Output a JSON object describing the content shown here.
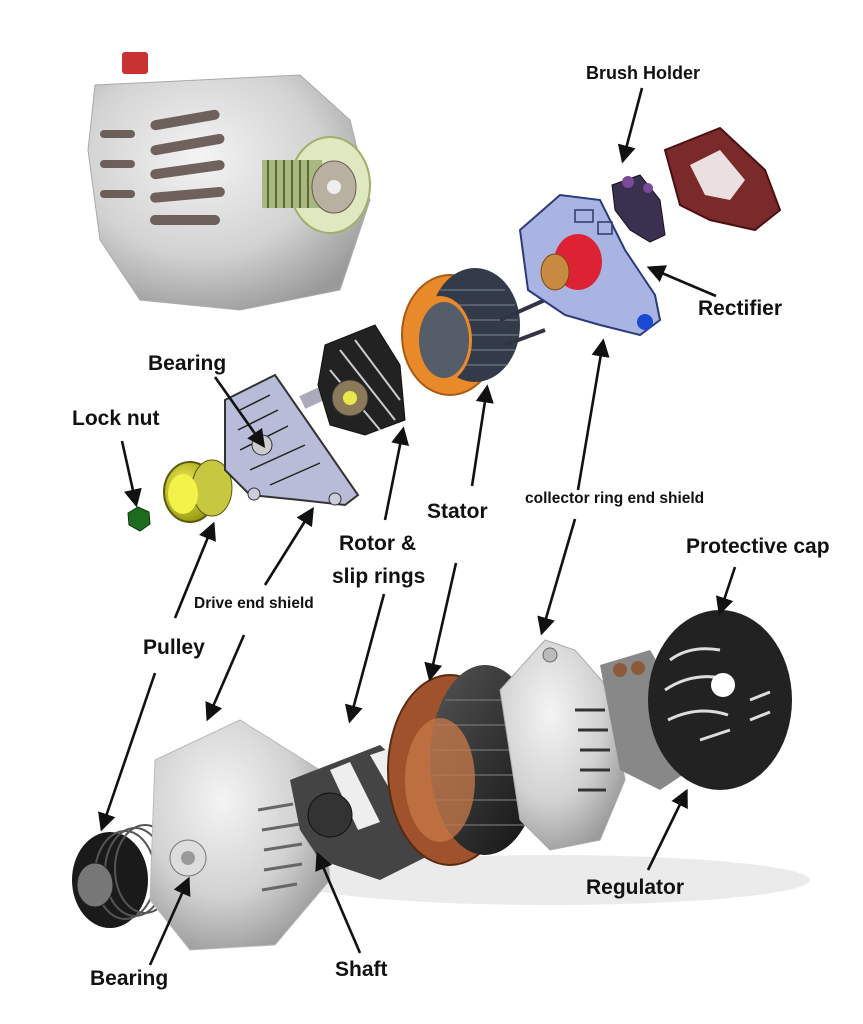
{
  "title": "Alternator exploded view diagram",
  "colors": {
    "background": "#ffffff",
    "label_text": "#111111",
    "arrow": "#111111",
    "housing_silver": "#d9d9d9",
    "pulley_yellow": "#e6e62a",
    "lock_nut_green": "#1d6b1d",
    "stator_orange": "#e8892a",
    "brush_holder_purple": "#5a3a6a",
    "protective_cap_maroon": "#7a2a2a",
    "end_shield_blue": "#9aa8d8",
    "copper_winding": "#a0522d",
    "terminal_red": "#c83232"
  },
  "labels": {
    "brush_holder": "Brush Holder",
    "rectifier": "Rectifier",
    "bearing_top": "Bearing",
    "lock_nut": "Lock nut",
    "stator": "Stator",
    "collector_ring_end_shield": "collector ring end shield",
    "rotor_slip_rings_line1": "Rotor &",
    "rotor_slip_rings_line2": "slip rings",
    "protective_cap": "Protective cap",
    "drive_end_shield": "Drive end shield",
    "pulley": "Pulley",
    "regulator": "Regulator",
    "bearing_bottom": "Bearing",
    "shaft": "Shaft"
  },
  "components": [
    {
      "name": "Assembled alternator",
      "view": "top-left photo"
    },
    {
      "name": "Lock nut",
      "view": "exploded CAD"
    },
    {
      "name": "Pulley",
      "view": "exploded CAD"
    },
    {
      "name": "Drive end shield",
      "view": "exploded CAD"
    },
    {
      "name": "Bearing",
      "view": "exploded CAD"
    },
    {
      "name": "Rotor & slip rings",
      "view": "exploded CAD"
    },
    {
      "name": "Stator",
      "view": "exploded CAD"
    },
    {
      "name": "collector ring end shield",
      "view": "exploded CAD"
    },
    {
      "name": "Rectifier",
      "view": "exploded CAD"
    },
    {
      "name": "Brush Holder",
      "view": "exploded CAD"
    },
    {
      "name": "Protective cap",
      "view": "exploded CAD"
    },
    {
      "name": "Pulley",
      "view": "cutaway render"
    },
    {
      "name": "Bearing",
      "view": "cutaway render"
    },
    {
      "name": "Drive end shield",
      "view": "cutaway render"
    },
    {
      "name": "Shaft",
      "view": "cutaway render"
    },
    {
      "name": "Rotor & slip rings",
      "view": "cutaway render"
    },
    {
      "name": "Stator",
      "view": "cutaway render"
    },
    {
      "name": "collector ring end shield",
      "view": "cutaway render"
    },
    {
      "name": "Regulator",
      "view": "cutaway render"
    },
    {
      "name": "Protective cap",
      "view": "cutaway render"
    }
  ]
}
